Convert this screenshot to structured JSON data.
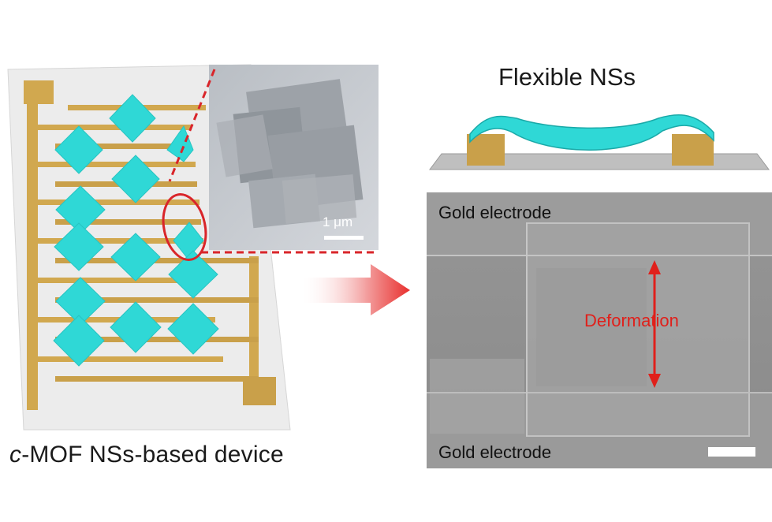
{
  "figure": {
    "device_caption_prefix": "c",
    "device_caption_rest": "-MOF NSs-based device",
    "flexible_title": "Flexible NSs",
    "gold_electrode_top": "Gold electrode",
    "gold_electrode_bottom": "Gold electrode",
    "deformation_label": "Deformation",
    "inset_scale_bar": "1 μm"
  },
  "colors": {
    "gold": "#d1a84f",
    "gold_dark": "#b88f36",
    "nanosheet": "#2fd8d6",
    "substrate": "#ececec",
    "sem_gray": "#8e8e8e",
    "red": "#e0201b",
    "dashed_red": "#d9252a"
  }
}
